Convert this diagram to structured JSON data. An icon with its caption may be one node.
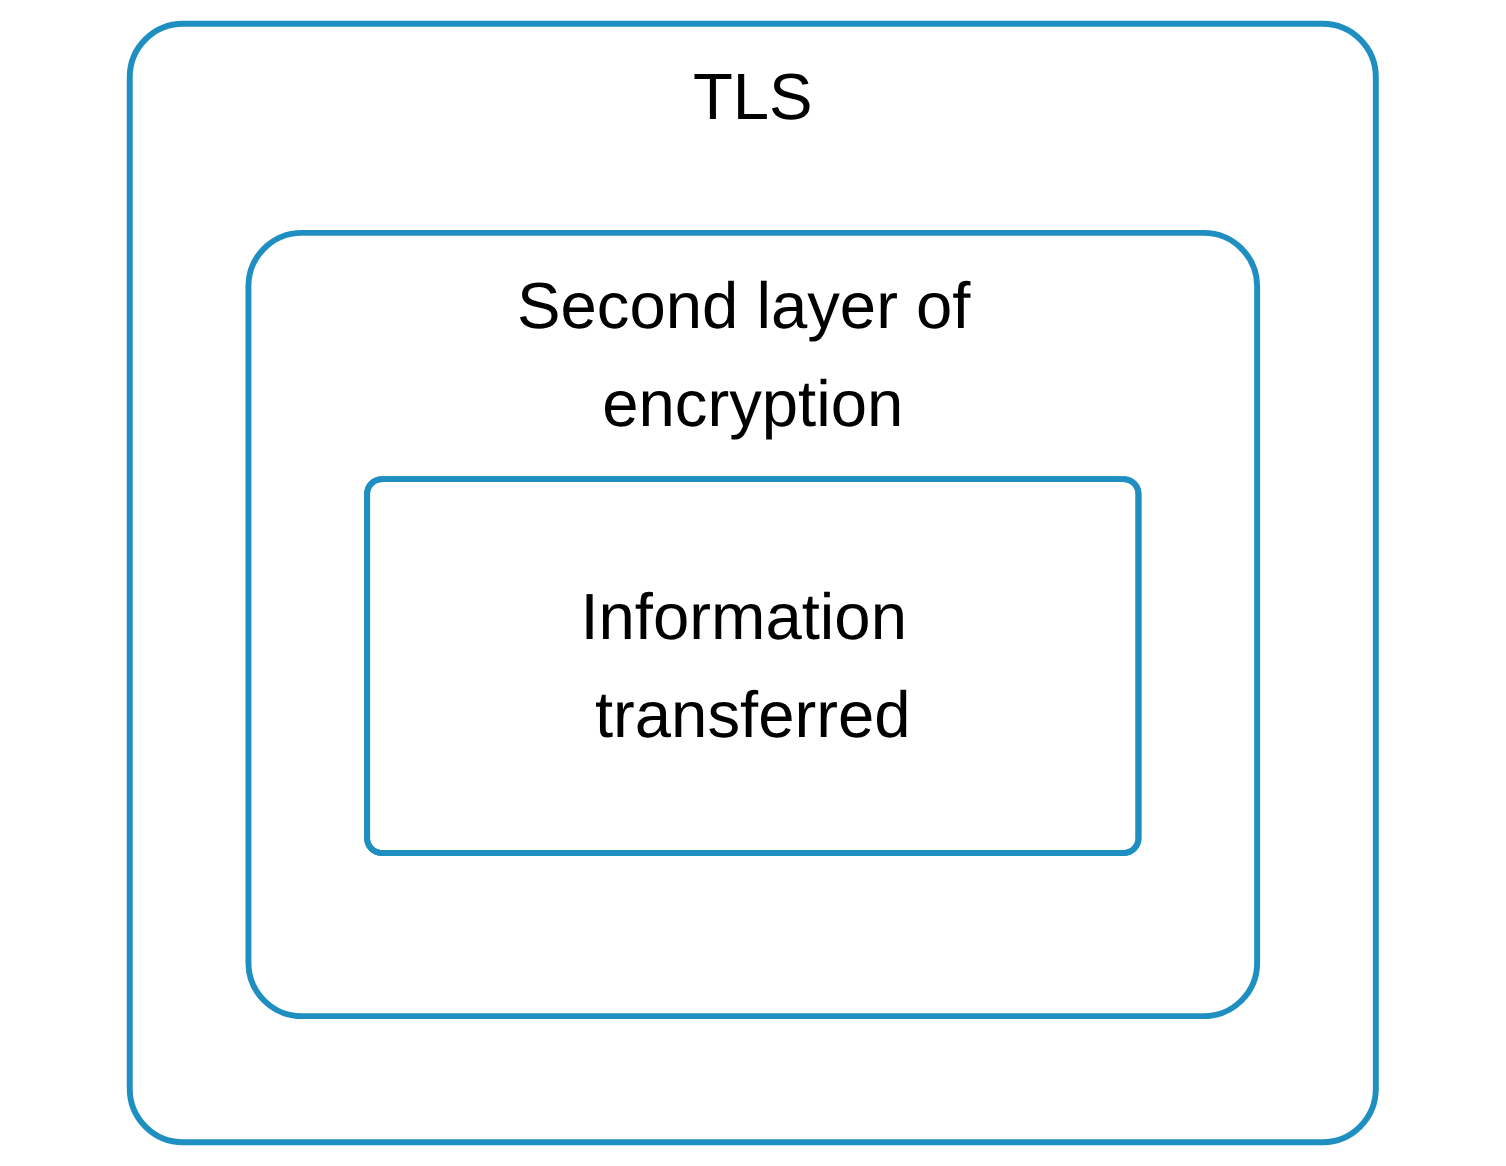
{
  "diagram": {
    "nodes": [
      {
        "text": [
          "TLS"
        ]
      },
      {
        "text": [
          "Second layer of encryption"
        ],
        "in": 0
      },
      {
        "text": [
          "Information transferred"
        ],
        "in": 1
      }
    ],
    "edges": []
  }
}
